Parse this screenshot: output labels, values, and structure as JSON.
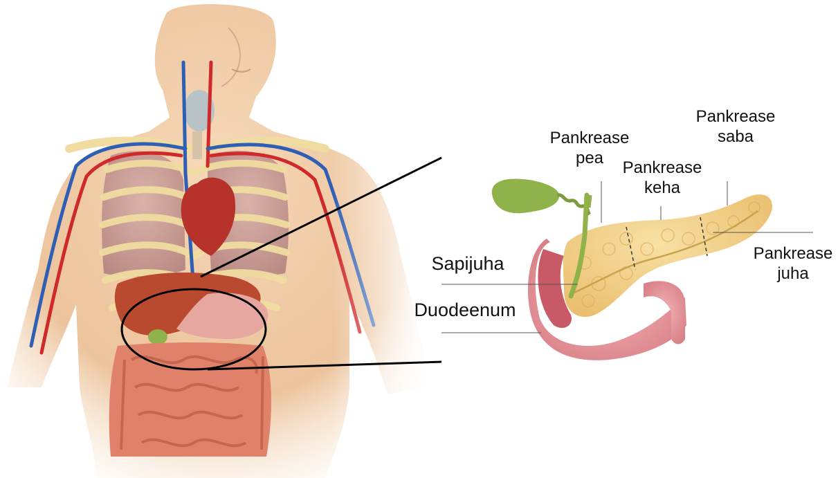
{
  "labels": {
    "head": {
      "line1": "Pankrease",
      "line2": "pea"
    },
    "body": {
      "line1": "Pankrease",
      "line2": "keha"
    },
    "tail": {
      "line1": "Pankrease",
      "line2": "saba"
    },
    "duct": {
      "line1": "Pankrease",
      "line2": "juha"
    },
    "bile_duct": "Sapijuha",
    "duodenum": "Duodeenum"
  },
  "colors": {
    "skin": "#f0c9a4",
    "skin_shade": "#d9a57e",
    "lung": "#c99f98",
    "rib": "#f1dfa6",
    "vein": "#2f5fb4",
    "artery": "#cf2a2a",
    "heart": "#b8322c",
    "liver": "#b94a2f",
    "gallbladder": "#8fb24a",
    "intestine": "#e0826a",
    "pancreas": "#f4d28e",
    "pancreas_shade": "#e4b868",
    "duodenum": "#e89aa2",
    "duodenum_inner": "#c75a66",
    "leader_line": "#000000"
  }
}
